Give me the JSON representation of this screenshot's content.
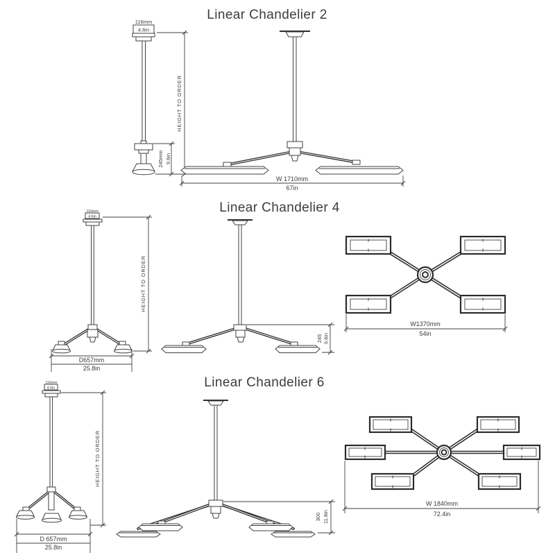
{
  "page": {
    "background": "#ffffff",
    "line_color": "#3f3f3f",
    "text_color": "#3a3a3a"
  },
  "sections": [
    {
      "id": "chandelier-2",
      "title": "Linear Chandelier 2",
      "canopy_width_mm": "116mm",
      "canopy_width_in": "4.6in",
      "height_label": "HEIGHT TO ORDER",
      "fixture_drop_mm": "245mm",
      "fixture_drop_in": "9.6in",
      "overall_width_mm": "W 1710mm",
      "overall_width_in": "67in"
    },
    {
      "id": "chandelier-4",
      "title": "Linear Chandelier 4",
      "canopy_width_mm": "116mm",
      "canopy_width_in": "4.6in",
      "height_label": "HEIGHT TO ORDER",
      "depth_mm": "D657mm",
      "depth_in": "25.8in",
      "fixture_drop_mm": "245",
      "fixture_drop_in": "9.6in",
      "overall_width_mm": "W1370mm",
      "overall_width_in": "54in"
    },
    {
      "id": "chandelier-6",
      "title": "Linear Chandelier 6",
      "canopy_width_mm": "116mm",
      "canopy_width_in": "4.6in",
      "height_label": "HEIGHT TO ORDER",
      "depth_mm": "D 657mm",
      "depth_in": "25.8in",
      "fixture_drop_mm": "300",
      "fixture_drop_in": "11.8in",
      "overall_width_mm": "W 1840mm",
      "overall_width_in": "72.4in"
    }
  ]
}
